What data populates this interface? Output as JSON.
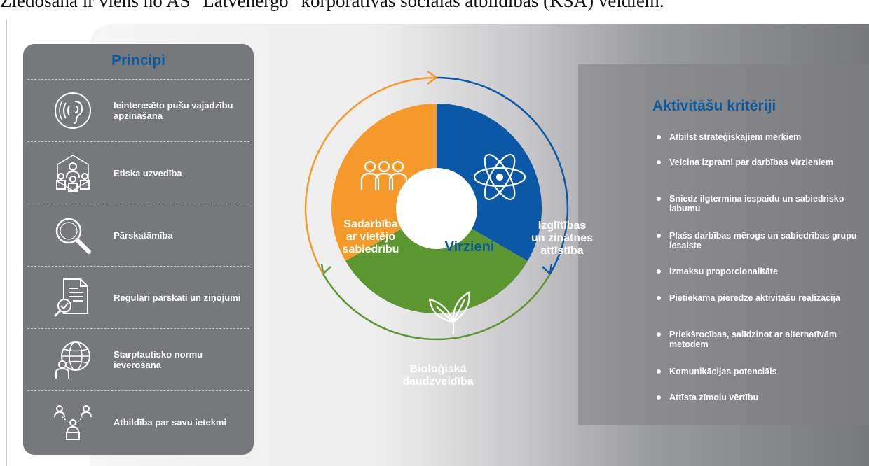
{
  "caption": "Ziedošana ir viens no AS \"Latvenergo\" korporatīvās sociālās atbildības (KSA) veidiem.",
  "principles": {
    "title": "Principi",
    "items": [
      {
        "icon": "listening-ear-icon",
        "label": "Ieinteresēto pušu vajadzību apzināšana"
      },
      {
        "icon": "people-group-icon",
        "label": "Ētiska uzvedība"
      },
      {
        "icon": "magnifier-icon",
        "label": "Pārskatāmība"
      },
      {
        "icon": "report-document-icon",
        "label": "Regulāri pārskati un ziņojumi"
      },
      {
        "icon": "globe-person-icon",
        "label": "Starptautisko normu ievērošana"
      },
      {
        "icon": "connected-people-icon",
        "label": "Atbildība par savu ietekmi"
      }
    ]
  },
  "directions": {
    "center": "Virzieni",
    "segments": [
      {
        "label_lines": [
          "Sadarbība",
          "ar vietējo",
          "sabiedrību"
        ],
        "color": "#f59a2a",
        "icon": "community-icon"
      },
      {
        "label_lines": [
          "Izglītības",
          "un zinātnes",
          "attīstība"
        ],
        "color": "#0a58a6",
        "icon": "atom-icon"
      },
      {
        "label_lines": [
          "Bioloģiskā",
          "daudzveidība"
        ],
        "color": "#5c9631",
        "icon": "leaf-icon"
      }
    ]
  },
  "criteria": {
    "title": "Aktivitāšu kritēriji",
    "items": [
      "Atbilst stratēģiskajiem mērķiem",
      "Veicina izpratni par darbības virzieniem",
      "Sniedz ilgtermiņa iespaidu un sabiedrisko labumu",
      "Plašs darbības mērogs un sabiedrības grupu iesaiste",
      "Izmaksu proporcionalitāte",
      "Pietiekama pieredze aktivitāšu realizācijā",
      "Priekšrocības, salīdzinot ar alternatīvām metodēm",
      "Komunikācijas potenciāls",
      "Attīsta zīmolu vērtību"
    ]
  },
  "colors": {
    "heading_blue": "#0c5a9e",
    "panel_gray": "#77787b",
    "orange": "#f59a2a",
    "blue": "#0a58a6",
    "green": "#5c9631"
  }
}
